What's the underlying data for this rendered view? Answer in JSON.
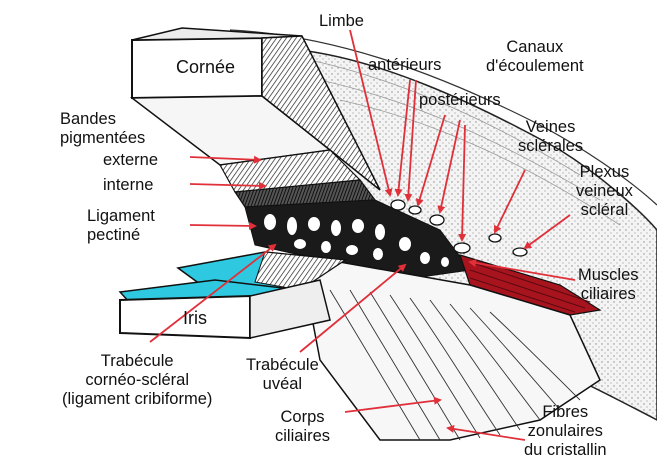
{
  "diagram": {
    "labels": {
      "limbe": "Limbe",
      "canaux": [
        "Canaux",
        "d'écoulement"
      ],
      "anterieurs": "antérieurs",
      "posterieurs": "postérieurs",
      "cornee": "Cornée",
      "bandes": [
        "Bandes",
        "pigmentées"
      ],
      "externe": "externe",
      "interne": "interne",
      "veines": [
        "Veines",
        "sclérales"
      ],
      "plexus": [
        "Plexus",
        "veineux",
        "scléral"
      ],
      "ligament": [
        "Ligament",
        "pectiné"
      ],
      "muscles": [
        "Muscles",
        "ciliaires"
      ],
      "iris": "Iris",
      "trabecule_corneo": [
        "Trabécule",
        "cornéo-scléral",
        "(ligament cribiforme)"
      ],
      "trabecule_uveal": [
        "Trabécule",
        "uvéal"
      ],
      "corps": [
        "Corps",
        "ciliaires"
      ],
      "fibres": [
        "Fibres",
        "zonulaires",
        "du cristallin"
      ]
    },
    "colors": {
      "arrow": "#e0303a",
      "iris": "#2ec9e0",
      "muscle": "#a8141e",
      "ink": "#111111",
      "tissue": "#f2f2f2"
    }
  }
}
